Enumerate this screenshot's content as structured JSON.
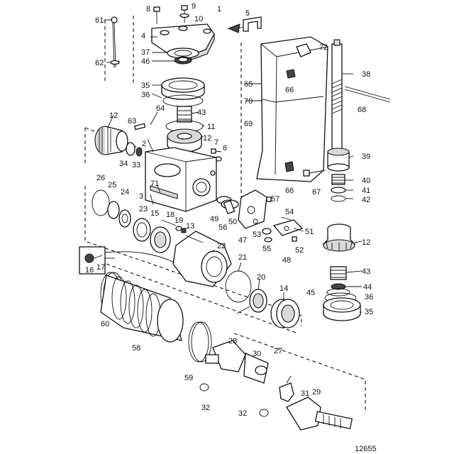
{
  "diagram": {
    "drawing_number": "12655",
    "part_numbers": [
      "1",
      "2",
      "3",
      "4",
      "5",
      "6",
      "7",
      "8",
      "9",
      "10",
      "11",
      "12",
      "13",
      "14",
      "15",
      "16",
      "17",
      "18",
      "19",
      "20",
      "21",
      "22",
      "23",
      "24",
      "25",
      "26",
      "27",
      "28",
      "29",
      "30",
      "31",
      "32",
      "33",
      "34",
      "35",
      "36",
      "37",
      "38",
      "39",
      "40",
      "41",
      "42",
      "43",
      "44",
      "45",
      "46",
      "47",
      "48",
      "49",
      "50",
      "51",
      "52",
      "53",
      "54",
      "55",
      "56",
      "57",
      "58",
      "59",
      "60",
      "61",
      "62",
      "63",
      "64",
      "65",
      "66",
      "67",
      "68",
      "69",
      "70",
      "71",
      "72"
    ]
  }
}
